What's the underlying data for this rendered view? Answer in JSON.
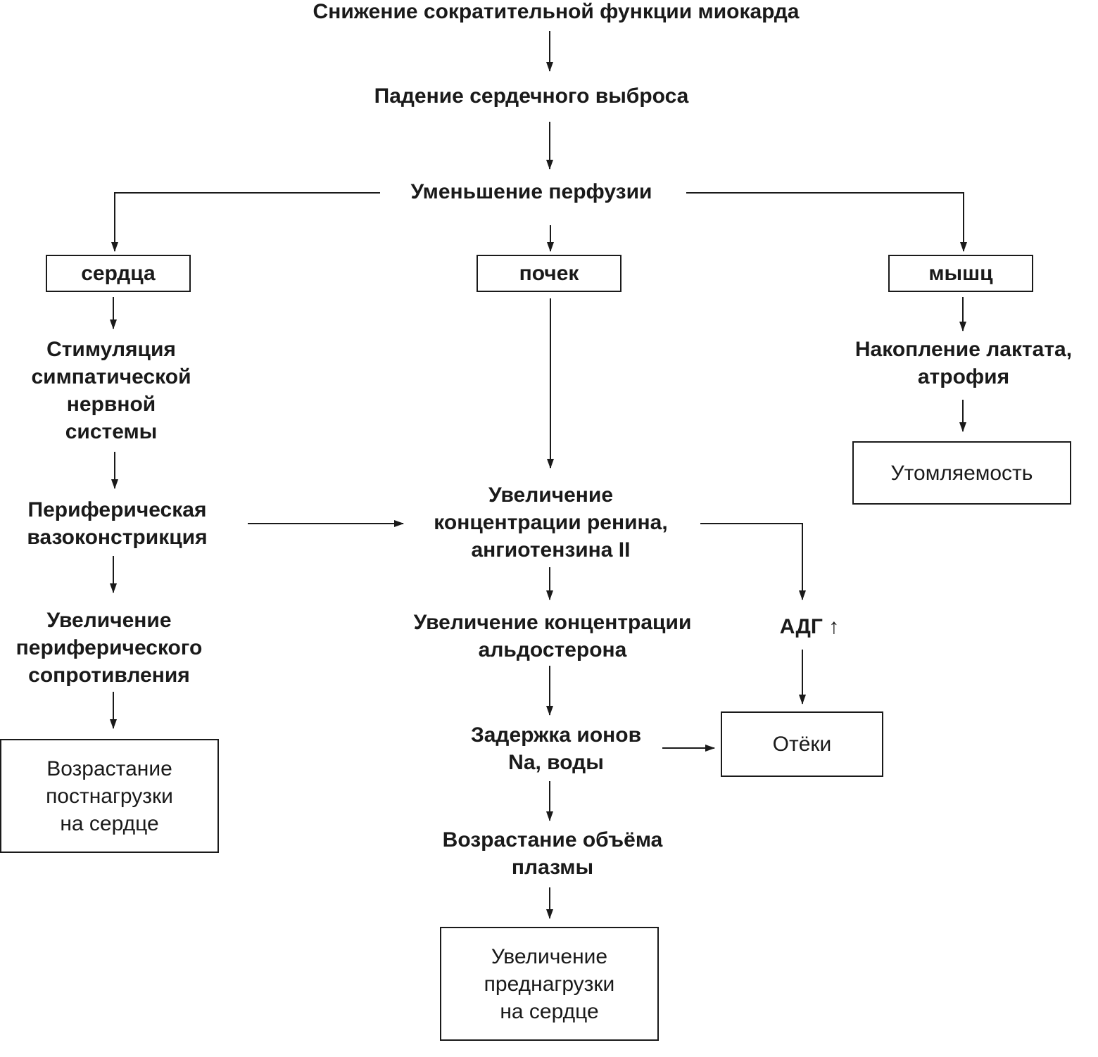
{
  "diagram": {
    "colors": {
      "line": "#1a1a1a",
      "text": "#1a1a1a",
      "background": "#ffffff"
    },
    "nodes": {
      "myocardium": "Снижение сократительной  функции  миокарда",
      "cardiac_output": "Падение  сердечного  выброса",
      "perfusion": "Уменьшение  перфузии",
      "heart": "сердца",
      "kidneys": "почек",
      "muscles": "мышц",
      "sympathetic": "Стимуляция\nсимпатической\nнервной\nсистемы",
      "vasoconstriction": "Периферическая\nвазоконстрикция",
      "resistance": "Увеличение\nпериферического\nсопротивления",
      "afterload": "Возрастание\nпостнагрузки\nна сердце",
      "renin": "Увеличение\nконцентрации ренина,\nангиотензина II",
      "aldosterone": "Увеличение концентрации\nальдостерона",
      "sodium": "Задержка ионов\nNa, воды",
      "plasma": "Возрастание объёма\nплазмы",
      "preload": "Увеличение\nпреднагрузки\nна сердце",
      "adh": "АДГ ↑",
      "edema": "Отёки",
      "lactate": "Накопление лактата,\nатрофия",
      "fatigue": "Утомляемость"
    }
  }
}
